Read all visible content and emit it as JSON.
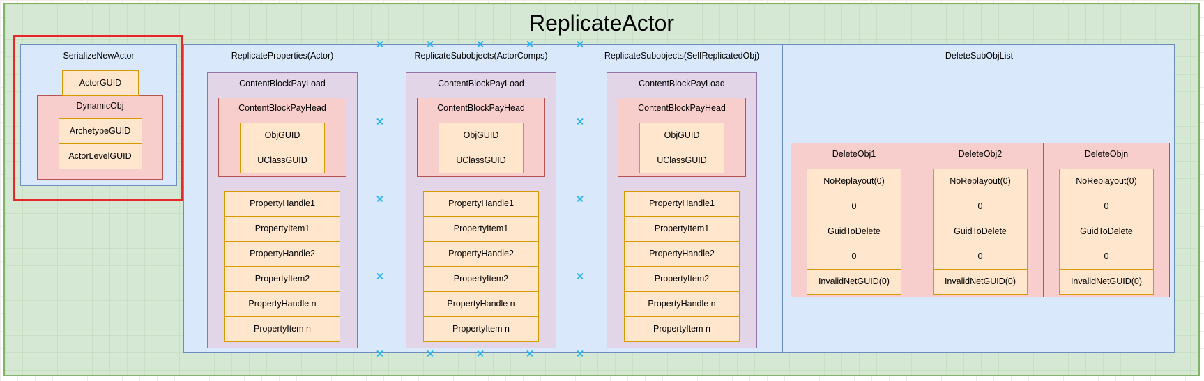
{
  "canvas": {
    "title": "ReplicateActor"
  },
  "serialize_new_actor": {
    "label": "SerializeNewActor",
    "actor_guid": "ActorGUID",
    "dynamic_obj": {
      "label": "DynamicObj",
      "cells": [
        "ArchetypeGUID",
        "ActorLevelGUID"
      ]
    }
  },
  "columns": [
    {
      "label": "ReplicateProperties(Actor)",
      "payload_label": "ContentBlockPayLoad",
      "head_label": "ContentBlockPayHead",
      "head_cells": [
        "ObjGUID",
        "UClassGUID"
      ],
      "properties": [
        "PropertyHandle1",
        "PropertyItem1",
        "PropertyHandle2",
        "PropertyItem2",
        "PropertyHandle n",
        "PropertyItem n"
      ]
    },
    {
      "label": "ReplicateSubobjects(ActorComps)",
      "payload_label": "ContentBlockPayLoad",
      "head_label": "ContentBlockPayHead",
      "head_cells": [
        "ObjGUID",
        "UClassGUID"
      ],
      "properties": [
        "PropertyHandle1",
        "PropertyItem1",
        "PropertyHandle2",
        "PropertyItem2",
        "PropertyHandle n",
        "PropertyItem n"
      ]
    },
    {
      "label": "ReplicateSubobjects(SelfReplicatedObj)",
      "payload_label": "ContentBlockPayLoad",
      "head_label": "ContentBlockPayHead",
      "head_cells": [
        "ObjGUID",
        "UClassGUID"
      ],
      "properties": [
        "PropertyHandle1",
        "PropertyItem1",
        "PropertyHandle2",
        "PropertyItem2",
        "PropertyHandle n",
        "PropertyItem n"
      ]
    }
  ],
  "delete_sub_obj_list": {
    "label": "DeleteSubObjList",
    "objects": [
      {
        "label": "DeleteObj1",
        "cells": [
          "NoReplayout(0)",
          "0",
          "GuidToDelete",
          "0",
          "InvalidNetGUID(0)"
        ]
      },
      {
        "label": "DeleteObj2",
        "cells": [
          "NoReplayout(0)",
          "0",
          "GuidToDelete",
          "0",
          "InvalidNetGUID(0)"
        ]
      },
      {
        "label": "DeleteObjn",
        "cells": [
          "NoReplayout(0)",
          "0",
          "GuidToDelete",
          "0",
          "InvalidNetGUID(0)"
        ]
      }
    ]
  },
  "colors": {
    "green_fill": "#d5e8d4",
    "green_border": "#82b366",
    "blue_fill": "#dae8fc",
    "blue_border": "#6c8ebf",
    "orange_fill": "#ffe6cc",
    "orange_border": "#d79b00",
    "pink_fill": "#f8cecc",
    "pink_border": "#b85450",
    "purple_fill": "#e1d5e7",
    "purple_border": "#9673a6",
    "selection_rectangle": "#e82727",
    "connection_point": "#29b6f2"
  }
}
